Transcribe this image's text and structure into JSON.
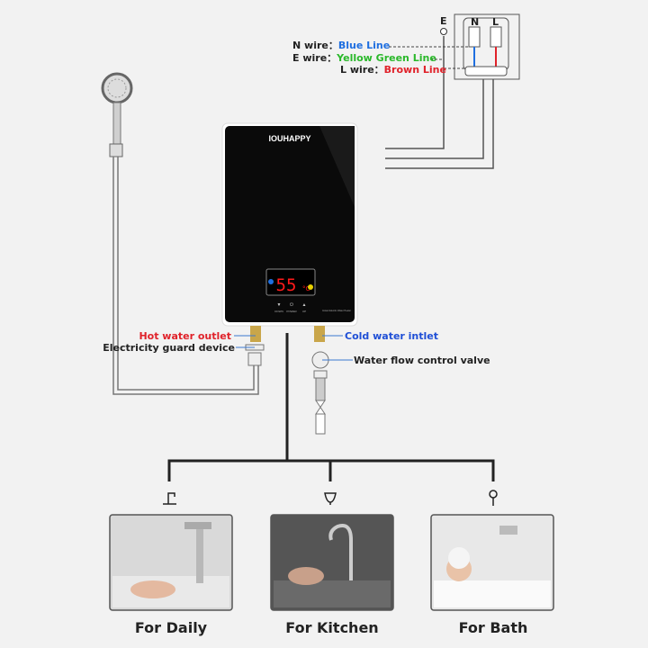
{
  "brand": "IOUHAPPY",
  "display": {
    "temperature": "55",
    "unit": "°C",
    "buttons": [
      "DOWN",
      "POWER",
      "UP"
    ],
    "model_text": "Instant Electric Water Heater"
  },
  "wiring": {
    "earth_label": "E",
    "terminal_labels": [
      "N",
      "L"
    ],
    "wires": [
      {
        "name": "N wire：",
        "color_name": "Blue Line",
        "color": "#1f6fe0"
      },
      {
        "name": "E wire：",
        "color_name": "Yellow Green Line",
        "color": "#2ab82a"
      },
      {
        "name": "L wire：",
        "color_name": "Brown Line",
        "color": "#e0222a"
      }
    ]
  },
  "callouts": {
    "hot_outlet": "Hot water outlet",
    "guard": "Electricity guard device",
    "cold_inlet": "Cold water intlet",
    "valve": "Water flow control valve"
  },
  "colors": {
    "hot": "#e0222a",
    "cold": "#1f4fd6",
    "text": "#222222"
  },
  "uses": [
    {
      "caption": "For Daily",
      "icon": "faucet-icon"
    },
    {
      "caption": "For Kitchen",
      "icon": "kitchen-tap-icon"
    },
    {
      "caption": "For Bath",
      "icon": "shower-icon"
    }
  ]
}
